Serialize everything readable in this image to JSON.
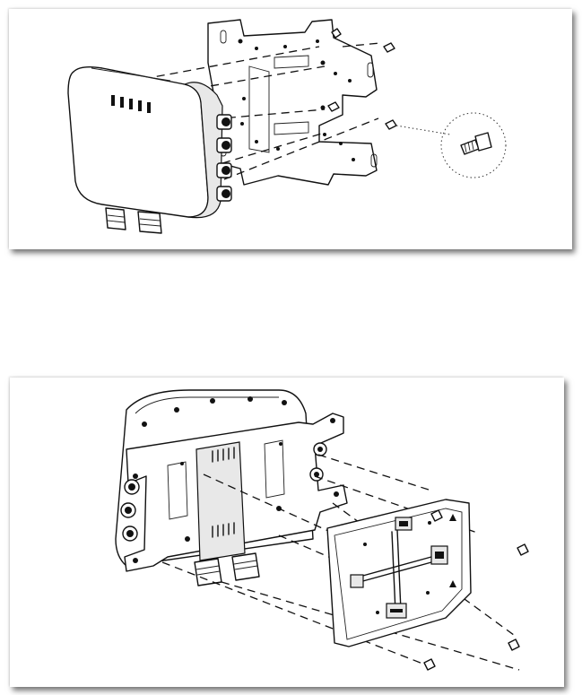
{
  "figures": [
    {
      "id": "step-attach-bracket",
      "parts": [
        "access-point",
        "mounting-bracket",
        "screws",
        "screw-detail"
      ],
      "screw_count": 4
    },
    {
      "id": "step-mount-to-wall-plate",
      "parts": [
        "access-point",
        "mounting-bracket",
        "wall-plate",
        "screws"
      ],
      "screw_count": 4
    }
  ]
}
